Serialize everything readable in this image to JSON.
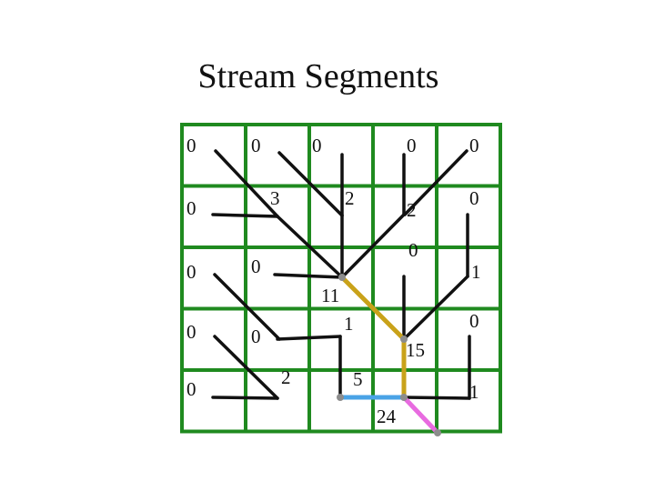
{
  "title": "Stream Segments",
  "colors": {
    "grid": "#1f8a1f",
    "stream": "#111111",
    "trunk": "#c9a21a",
    "link": "#4aa3e6",
    "outlet": "#e86be0",
    "node": "#8c8c8c"
  },
  "cells": [
    [
      "0",
      "0",
      "0",
      "0",
      "0"
    ],
    [
      "0",
      "3",
      "2",
      "2",
      "0"
    ],
    [
      "0",
      "0",
      "",
      "0",
      "1"
    ],
    [
      "0",
      "0",
      "1",
      "",
      "0"
    ],
    [
      "0",
      "2",
      "5",
      "",
      "1"
    ]
  ],
  "extra_labels": [
    "11",
    "15",
    "24"
  ]
}
